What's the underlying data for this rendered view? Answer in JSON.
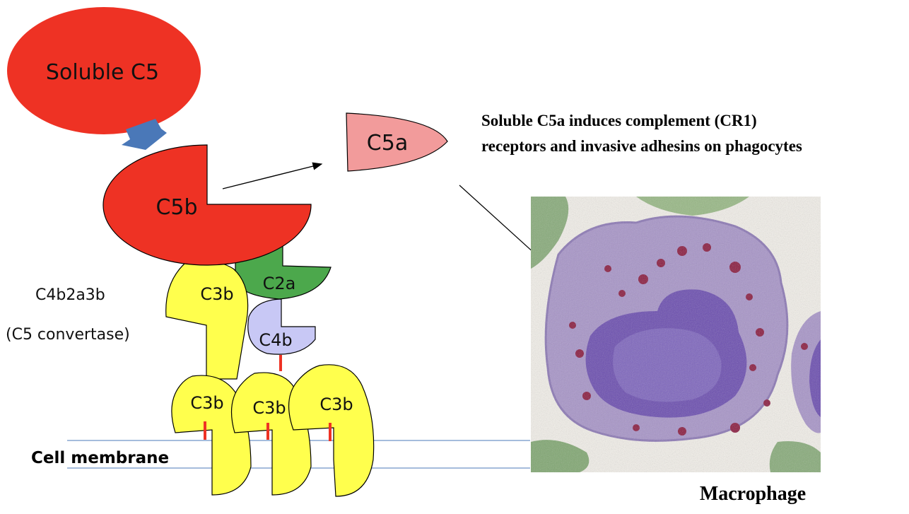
{
  "molecules": {
    "soluble_c5": "Soluble C5",
    "c5a": "C5a",
    "c5b": "C5b",
    "c2a": "C2a",
    "c4b": "C4b",
    "c3b_top": "C3b",
    "c3b_left": "C3b",
    "c3b_mid": "C3b",
    "c3b_right": "C3b"
  },
  "labels": {
    "convertase_name": "C4b2a3b",
    "convertase_desc": "(C5 convertase)",
    "cell_membrane": "Cell membrane",
    "c5a_effect_line1": "Soluble C5a induces complement (CR1)",
    "c5a_effect_line2": "receptors and invasive adhesins on phagocytes",
    "macrophage": "Macrophage"
  },
  "colors": {
    "c5": "#ee3224",
    "c5a": "#f29b9b",
    "c3b": "#ffff4d",
    "c2a": "#4ca84c",
    "c4b": "#c8c8f5",
    "arrow": "#4a78b8",
    "bond": "#ee3224",
    "membrane": "#6f94c8",
    "nucleus": "#6a4cb0",
    "cytoplasm": "#a794c8",
    "granule": "#8a1a3e",
    "tissue": "#6c9a5c"
  }
}
